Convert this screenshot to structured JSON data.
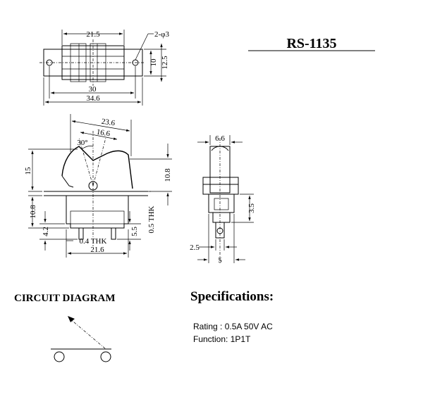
{
  "model": "RS-1135",
  "top_view": {
    "dim_width_inner": "21.5",
    "dim_holes": "2-φ3",
    "dim_height_inner": "10",
    "dim_height_outer": "12.5",
    "dim_hole_spacing": "30",
    "dim_overall_length": "34.6"
  },
  "side_view": {
    "dim_rocker_width": "23.6",
    "dim_pivot_width": "16.6",
    "dim_angle": "30°",
    "dim_rocker_height": "15",
    "dim_body_right": "10.8",
    "dim_body_left": "10.8",
    "dim_pin_height": "4.2",
    "dim_terminal_length": "5.5",
    "dim_thickness_right": "0.5 THK",
    "dim_thickness_bottom": "0.4 THK",
    "dim_body_width": "21.6"
  },
  "end_view": {
    "dim_top_width": "6.6",
    "dim_terminal_offset": "3.5",
    "dim_pin_offset": "2.5",
    "dim_pin_spacing": "5"
  },
  "circuit": {
    "heading": "CIRCUIT DIAGRAM"
  },
  "specifications": {
    "heading": "Specifications:",
    "rating": "Rating : 0.5A 50V AC",
    "function": "Function: 1P1T"
  }
}
